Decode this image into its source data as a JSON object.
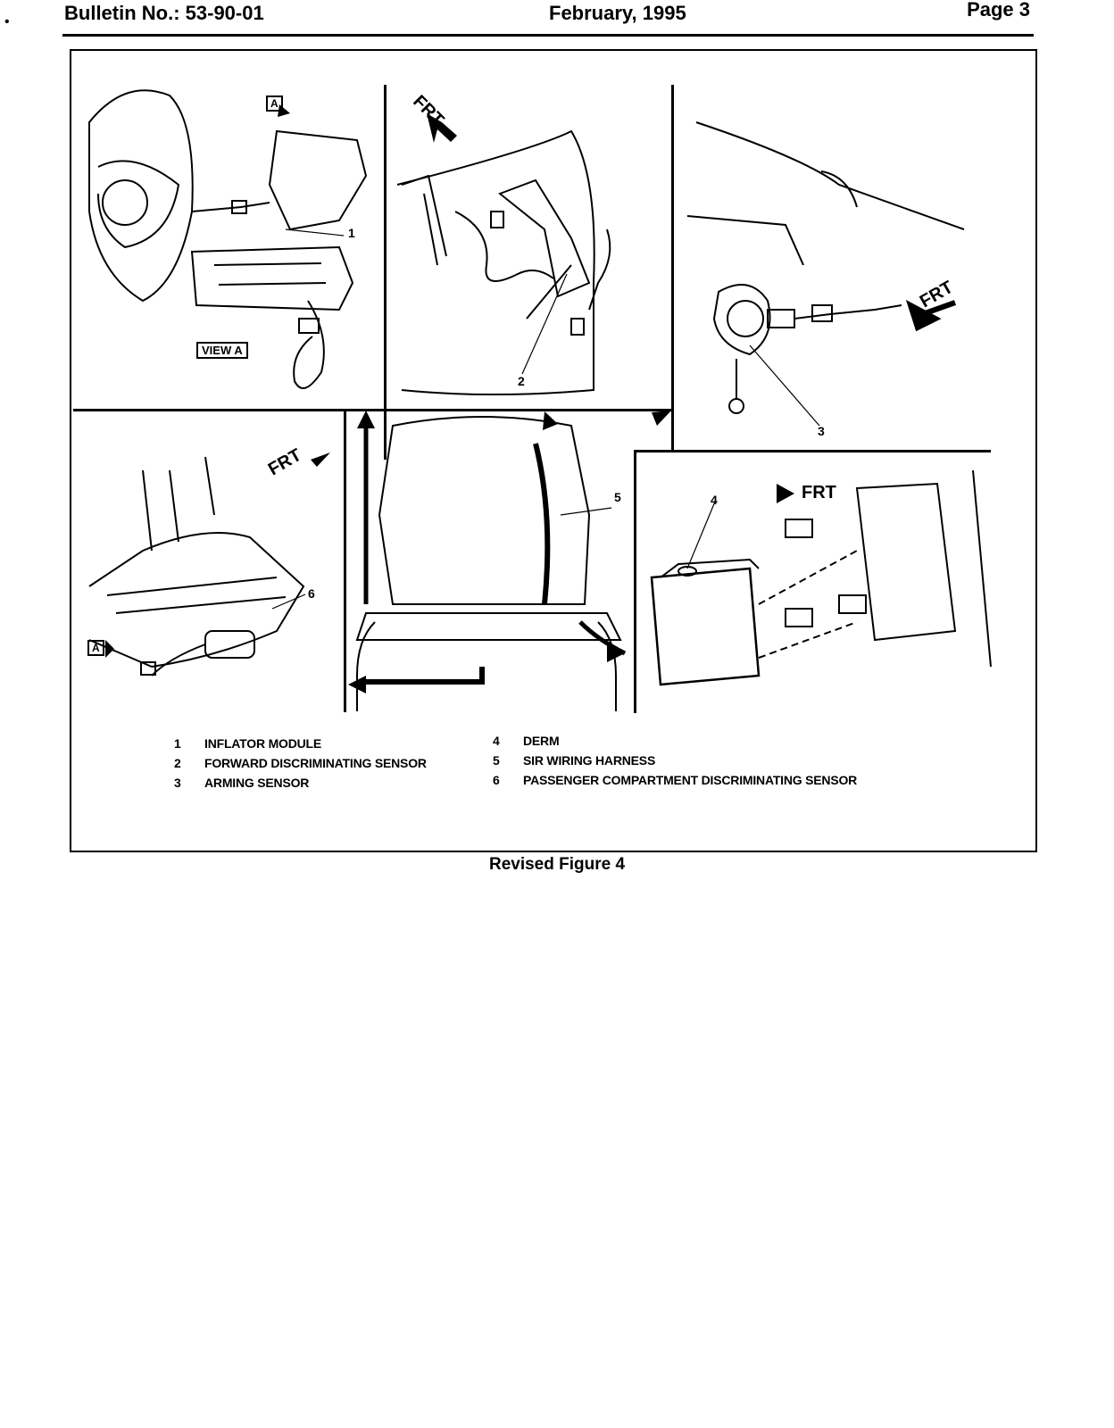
{
  "header": {
    "bulletin": "Bulletin No.: 53-90-01",
    "date": "February, 1995",
    "page": "Page 3"
  },
  "figure": {
    "view_a_label": "VIEW A",
    "box_a_label": "A",
    "frt_label": "FRT",
    "callouts": [
      "1",
      "2",
      "3",
      "4",
      "5",
      "6"
    ]
  },
  "legend": [
    {
      "num": "1",
      "text": "INFLATOR MODULE"
    },
    {
      "num": "2",
      "text": "FORWARD DISCRIMINATING SENSOR"
    },
    {
      "num": "3",
      "text": "ARMING SENSOR"
    },
    {
      "num": "4",
      "text": "DERM"
    },
    {
      "num": "5",
      "text": "SIR WIRING HARNESS"
    },
    {
      "num": "6",
      "text": "PASSENGER COMPARTMENT DISCRIMINATING SENSOR"
    }
  ],
  "caption": "Revised Figure 4"
}
